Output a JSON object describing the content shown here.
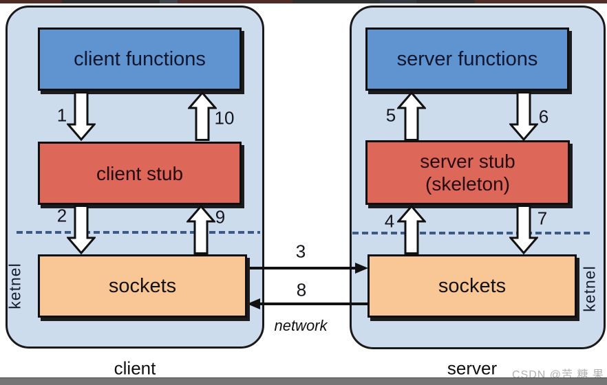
{
  "client": {
    "caption": "client",
    "functions": "client functions",
    "stub": "client stub",
    "sockets": "sockets",
    "kernel": "ketnel",
    "arrows": {
      "n1": "1",
      "n2": "2",
      "n9": "9",
      "n10": "10"
    }
  },
  "server": {
    "caption": "server",
    "functions": "server functions",
    "stub_line1": "server stub",
    "stub_line2": "(skeleton)",
    "sockets": "sockets",
    "kernel": "ketnel",
    "arrows": {
      "n4": "4",
      "n5": "5",
      "n6": "6",
      "n7": "7"
    }
  },
  "network": {
    "label": "network",
    "arrows": {
      "n3": "3",
      "n8": "8"
    }
  },
  "watermark": {
    "text": "CSDN @苦 糖 果"
  },
  "colors": {
    "container_bg": "#cddced",
    "functions_box": "#6094d0",
    "stub_box": "#dd6759",
    "sockets_box": "#f9c795",
    "kernel_dash_line": "#3d5a85",
    "box_border": "#0f0f12",
    "window_edge_maroon": "#4e2a24",
    "window_edge_gray": "#2f2f2f",
    "bottom_bar": "#767676",
    "watermark_gray": "#b1b1b1"
  }
}
